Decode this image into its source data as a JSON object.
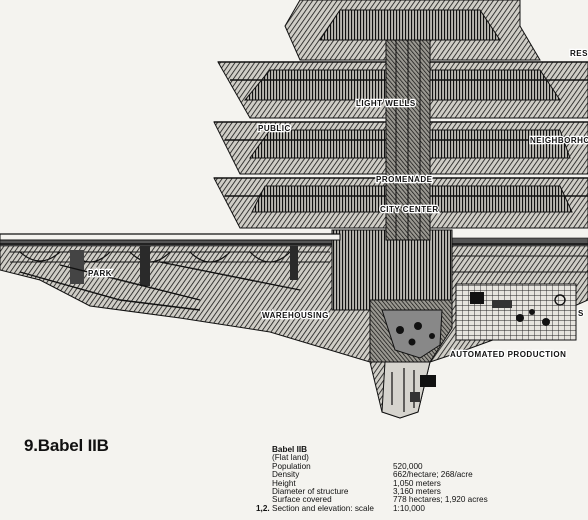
{
  "title": "9.Babel IIB",
  "labels": {
    "res": "RES",
    "light_wells": "LIGHT WELLS",
    "public": "PUBLIC",
    "neighborhood": "NEIGHBORHO",
    "promenade": "PROMENADE",
    "city_center": "CITY CENTER",
    "park": "PARK",
    "warehousing": "WAREHOUSING",
    "automated_production": "AUTOMATED PRODUCTION",
    "cut_off": "S"
  },
  "specs": {
    "name": "Babel IIB",
    "subtitle": "(Flat land)",
    "rows": [
      {
        "label": "Population",
        "value": "520,000"
      },
      {
        "label": "Density",
        "value": "662/hectare; 268/acre"
      },
      {
        "label": "Height",
        "value": "1,050 meters"
      },
      {
        "label": "Diameter of structure",
        "value": "3,160 meters"
      },
      {
        "label": "Surface covered",
        "value": "778 hectares; 1,920 acres"
      }
    ],
    "scale_number": "1,2.",
    "scale_label": "Section and elevation: scale",
    "scale_value": "1:10,000"
  }
}
